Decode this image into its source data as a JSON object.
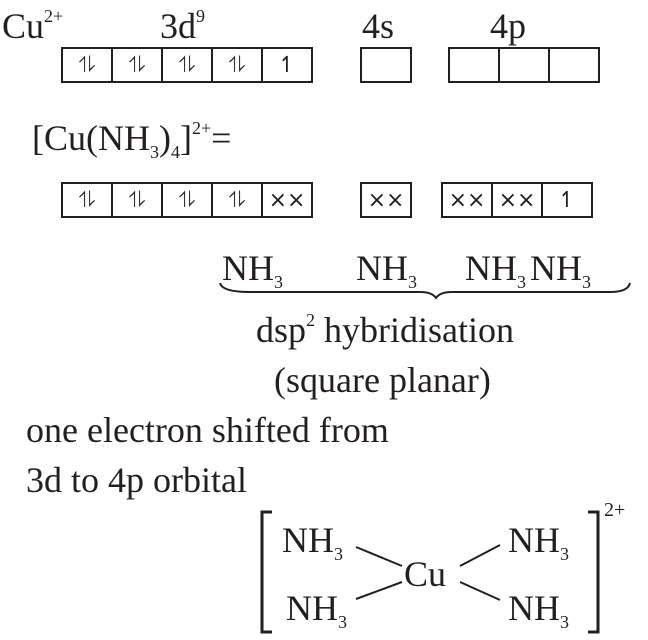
{
  "cu_ion": {
    "symbol": "Cu",
    "charge": "2+"
  },
  "shell_labels": {
    "d": "3d",
    "d_sup": "9",
    "s": "4s",
    "p": "4p"
  },
  "complex_formula": {
    "open": "[Cu(NH",
    "sub3": "3",
    "close": ")",
    "sub4": "4",
    "bracket": "]",
    "charge": "2+",
    "equals": "="
  },
  "row1": {
    "d": [
      "⥮",
      "⥮",
      "⥮",
      "⥮",
      "↿"
    ],
    "s": [
      ""
    ],
    "p": [
      "",
      "",
      ""
    ]
  },
  "row2": {
    "d": [
      "⥮",
      "⥮",
      "⥮",
      "⥮",
      "××"
    ],
    "s": [
      "××"
    ],
    "p": [
      "××",
      "××",
      "↿"
    ]
  },
  "ligand_labels": [
    {
      "base": "NH",
      "sub": "3"
    },
    {
      "base": "NH",
      "sub": "3"
    },
    {
      "base": "NH",
      "sub": "3"
    },
    {
      "base": "NH",
      "sub": "3"
    }
  ],
  "hybridisation": {
    "pre": "dsp",
    "sup": "2",
    "post": " hybridisation"
  },
  "geometry": "(square planar)",
  "note_line1": "one electron shifted from",
  "note_line2": "3d to 4p orbital",
  "structure": {
    "center": "Cu",
    "ligand": "NH",
    "ligand_sub": "3",
    "charge": "2+"
  }
}
